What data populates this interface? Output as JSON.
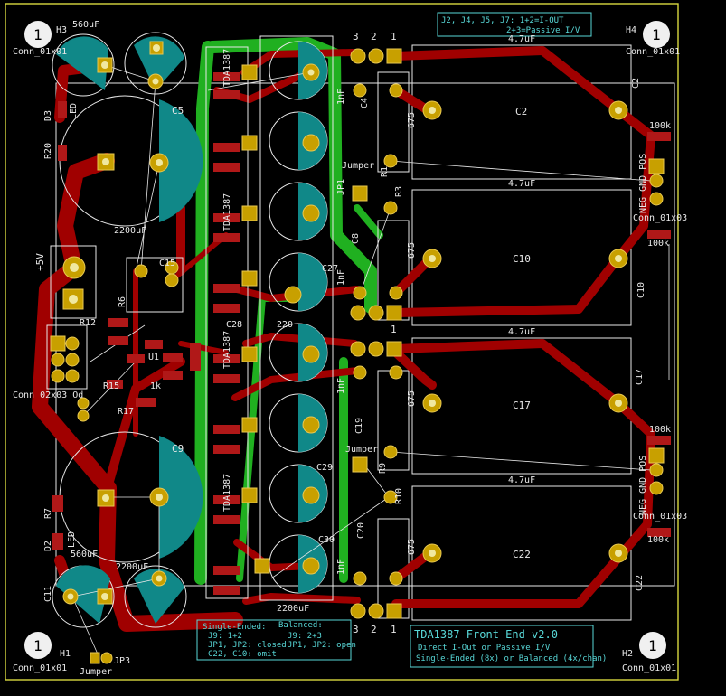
{
  "board": {
    "title": "TDA1387 Front End v2.0",
    "subtitle_lines": [
      "Direct I-Out or Passive I/V",
      "Single-Ended (8x) or Balanced (4x/chan)"
    ],
    "top_note": [
      "J2, J4, J5, J7: 1+2=I-OUT",
      "2+3=Passive I/V"
    ],
    "bottom_note": {
      "single_head": "Single-Ended:",
      "single_lines": [
        "J9: 1+2",
        "JP1, JP2: closed",
        "C22, C10: omit"
      ],
      "bal_head": "Balanced:",
      "bal_lines": [
        "J9: 2+3",
        "JP1, JP2: open"
      ]
    }
  },
  "mounting": [
    {
      "ref": "H3",
      "value": "Conn_01x01",
      "badge": "1"
    },
    {
      "ref": "H4",
      "value": "Conn_01x01",
      "badge": "1"
    },
    {
      "ref": "H1",
      "value": "Conn_01x01",
      "badge": "1"
    },
    {
      "ref": "H2",
      "value": "Conn_01x01",
      "badge": "1"
    }
  ],
  "labels": {
    "c2": "C2",
    "c10": "C10",
    "c17": "C17",
    "c22": "C22",
    "uf47": "4.7uF",
    "r675": "675",
    "r100k": "100k",
    "nf1": "1nF",
    "c5": "C5",
    "c9": "C9",
    "uf2200": "2200uF",
    "uf560": "560uF",
    "uf220": "220",
    "tda": "TDA1387",
    "u1": "U1",
    "r12": "R12",
    "r6": "R6",
    "r15": "R15",
    "r17": "R17",
    "r20": "R20",
    "r7": "R7",
    "d3": "D3",
    "d2": "D2",
    "led": "LED",
    "v5": "+5V",
    "conn_pwr": "Conn_02x03_Od",
    "jumper": "Jumper",
    "jp1": "JP1",
    "jp3": "JP3",
    "r1": "R1",
    "r3": "R3",
    "r9": "R9",
    "r10": "R10",
    "c4": "C4",
    "c8": "C8",
    "c19": "C19",
    "c20": "C20",
    "neg_gnd_pos": "NEG GND POS",
    "conn_out": "Conn_01x03",
    "pin1": "1",
    "pin2": "2",
    "pin3": "3",
    "k1": "1k",
    "c27": "C27",
    "c28": "C28",
    "c29": "C29",
    "c30": "C30",
    "c11": "C11",
    "c15": "C15",
    "c2b": "C2",
    "c22b": "C22",
    "c10b": "C10",
    "c17b": "C17"
  }
}
